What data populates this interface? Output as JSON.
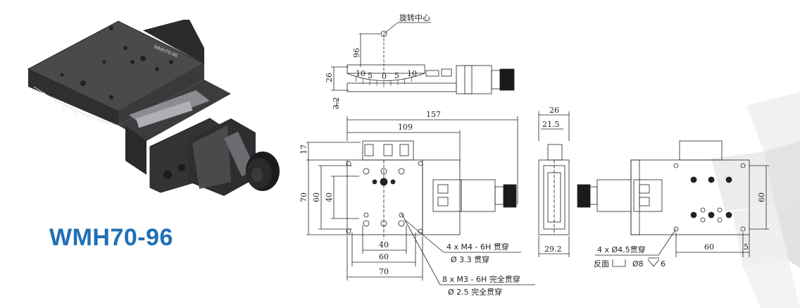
{
  "model": "WMH70-96",
  "product_image": {
    "engraving": "WMH70-96",
    "scale_marks": [
      "10",
      "5",
      "0",
      "5",
      "10"
    ]
  },
  "colors": {
    "model_text": "#1f6fb6",
    "stage_dark": "#3a3a3c",
    "line": "#222222"
  },
  "top_view": {
    "rotation_center": "旋转中心",
    "dim_96": "96",
    "dim_26": "26",
    "dim_3_2": "3.2",
    "scale_labels": [
      "10",
      "5",
      "0",
      "5",
      "10"
    ]
  },
  "front_view": {
    "dim_157": "157",
    "dim_109": "109",
    "dim_17": "17",
    "dim_70": "70",
    "dim_60": "60",
    "dim_40": "40",
    "bottom_40": "40",
    "bottom_60": "60",
    "bottom_70": "70",
    "callout_m4_line1": "4 x  M4 - 6H 贯穿",
    "callout_m4_line2": "Ø 3.3 贯穿",
    "callout_m3_line1": "8 x  M3 - 6H 完全贯穿",
    "callout_m3_line2": "Ø 2.5 完全贯穿"
  },
  "side_view": {
    "dim_26": "26",
    "dim_21_5": "21.5",
    "dim_29_2": "29.2"
  },
  "rear_view": {
    "dim_60_v": "60",
    "dim_60_h": "60",
    "dim_5": "5",
    "callout_line1": "4 x  Ø4.5贯穿",
    "callout_line2_a": "反面",
    "callout_line2_b": "Ø8",
    "callout_line2_c": "6"
  }
}
